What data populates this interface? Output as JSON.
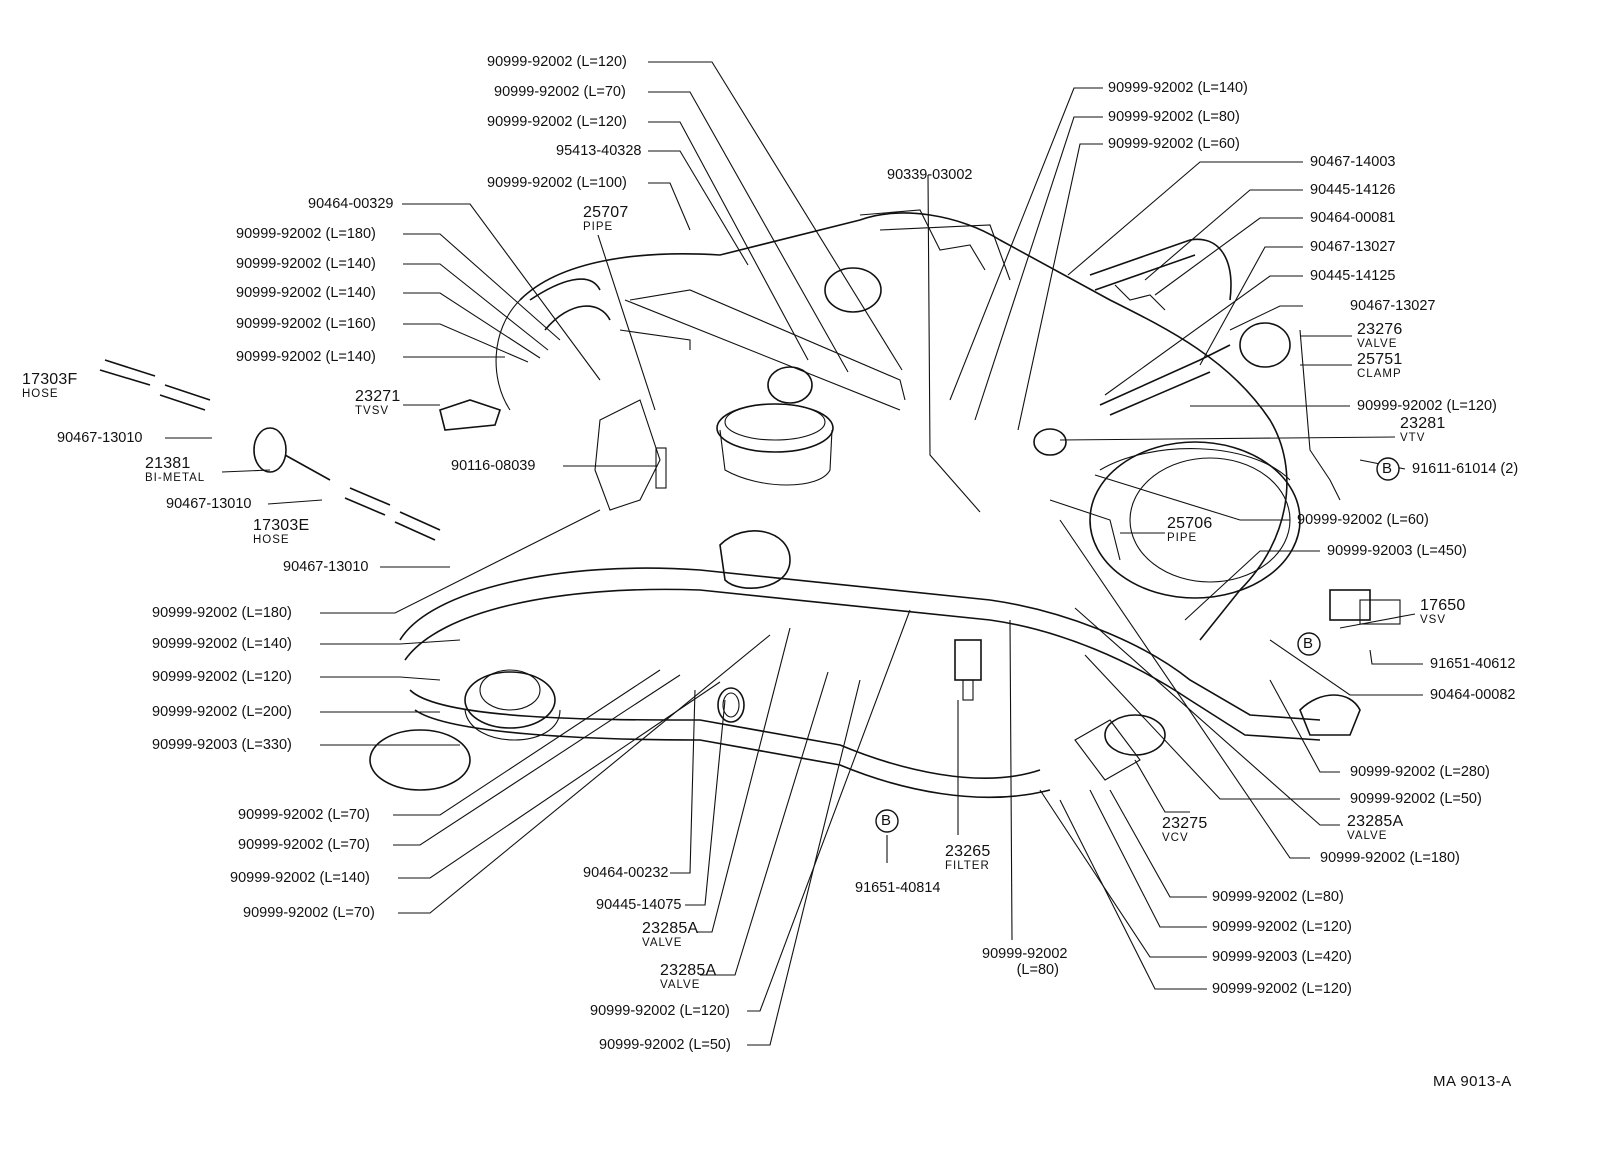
{
  "diagram": {
    "id_code": "MA 9013-A",
    "labels": {
      "l1": "90999-92002 (L=120)",
      "l2": "90999-92002 (L=70)",
      "l3": "90999-92002 (L=120)",
      "l4": "95413-40328",
      "l5": "90999-92002 (L=100)",
      "l6": "25707",
      "l6s": "PIPE",
      "l7": "90464-00329",
      "l8": "90999-92002 (L=180)",
      "l9": "90999-92002 (L=140)",
      "l10": "90999-92002 (L=140)",
      "l11": "90999-92002 (L=160)",
      "l12": "90999-92002 (L=140)",
      "l13": "17303F",
      "l13s": "HOSE",
      "l14": "23271",
      "l14s": "TVSV",
      "l15": "90467-13010",
      "l16": "21381",
      "l16s": "BI-METAL",
      "l17": "90467-13010",
      "l18": "17303E",
      "l18s": "HOSE",
      "l19": "90467-13010",
      "l20": "90116-08039",
      "l21": "90999-92002 (L=180)",
      "l22": "90999-92002 (L=140)",
      "l23": "90999-92002 (L=120)",
      "l24": "90999-92002 (L=200)",
      "l25": "90999-92003 (L=330)",
      "l26": "90999-92002 (L=70)",
      "l27": "90999-92002 (L=70)",
      "l28": "90999-92002 (L=140)",
      "l29": "90999-92002 (L=70)",
      "l30": "90464-00232",
      "l31": "90445-14075",
      "l32": "23285A",
      "l32s": "VALVE",
      "l33": "23285A",
      "l33s": "VALVE",
      "l34": "90999-92002 (L=120)",
      "l35": "90999-92002 (L=50)",
      "l36": "91651-40814",
      "l37": "23265",
      "l37s": "FILTER",
      "l38": "90999-92002",
      "l38b": "(L=80)",
      "l39": "90339-03002",
      "l40": "90999-92002 (L=140)",
      "l41": "90999-92002 (L=80)",
      "l42": "90999-92002 (L=60)",
      "l43": "90467-14003",
      "l44": "90445-14126",
      "l45": "90464-00081",
      "l46": "90467-13027",
      "l47": "90445-14125",
      "l48": "90467-13027",
      "l49": "23276",
      "l49s": "VALVE",
      "l50": "25751",
      "l50s": "CLAMP",
      "l51": "90999-92002 (L=120)",
      "l52": "23281",
      "l52s": "VTV",
      "l53": "91611-61014 (2)",
      "l54": "90999-92002 (L=60)",
      "l55": "25706",
      "l55s": "PIPE",
      "l56": "90999-92003 (L=450)",
      "l57": "17650",
      "l57s": "VSV",
      "l58": "91651-40612",
      "l59": "90464-00082",
      "l60": "90999-92002 (L=280)",
      "l61": "90999-92002 (L=50)",
      "l62": "23285A",
      "l62s": "VALVE",
      "l63": "23275",
      "l63s": "VCV",
      "l64": "90999-92002 (L=180)",
      "l65": "90999-92002 (L=80)",
      "l66": "90999-92002 (L=120)",
      "l67": "90999-92003 (L=420)",
      "l68": "90999-92002 (L=120)",
      "bref": "B"
    }
  }
}
